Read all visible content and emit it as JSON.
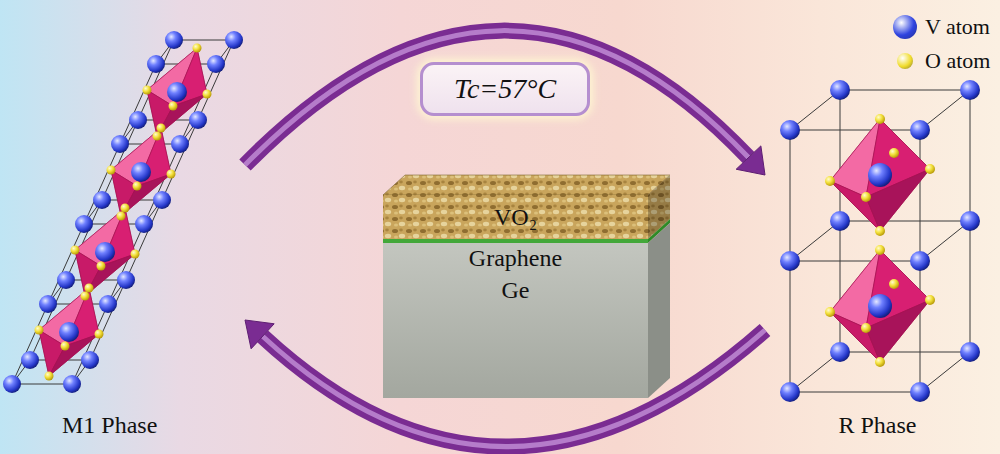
{
  "diagram": {
    "nodes": [
      {
        "text": [
          "M1 Phase"
        ]
      },
      {
        "text": [
          "Tc=57°C"
        ]
      },
      {
        "text": [
          "VO₂"
        ]
      },
      {
        "text": [
          "Graphene"
        ]
      },
      {
        "text": [
          "Ge"
        ]
      },
      {
        "text": [
          "R Phase"
        ]
      }
    ],
    "edges": [
      {
        "from": 0,
        "to": 5,
        "arrow": "to"
      },
      {
        "from": 5,
        "to": 0,
        "arrow": "to"
      }
    ],
    "legend": [
      {
        "text": "V atom",
        "color": "#2f43e0"
      },
      {
        "text": "O atom",
        "color": "#f0dc2a"
      }
    ]
  }
}
